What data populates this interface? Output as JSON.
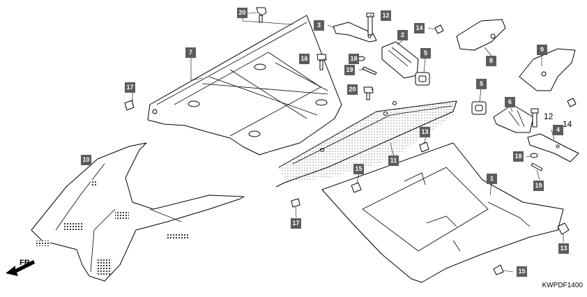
{
  "labels": {
    "p1": "1",
    "p2": "2",
    "p3": "3",
    "p4": "4",
    "p5a": "5",
    "p5b": "5",
    "p6": "6",
    "p7": "7",
    "p8": "8",
    "p9": "9",
    "p10": "10",
    "p11": "11",
    "p12a": "12",
    "p12b": "12",
    "p13a": "13",
    "p13b": "13",
    "p14a": "14",
    "p14b": "14",
    "p15a": "15",
    "p15b": "15",
    "p16": "16",
    "p17a": "17",
    "p17b": "17",
    "p18a": "18",
    "p18b": "18",
    "p19a": "19",
    "p19b": "19",
    "p20a": "20",
    "p20b": "20"
  },
  "direction_label": "FR.",
  "diagram_code": "KWPDF1400",
  "colors": {
    "label_bg": "#5c5c5c",
    "line": "#000000",
    "background": "#ffffff"
  }
}
